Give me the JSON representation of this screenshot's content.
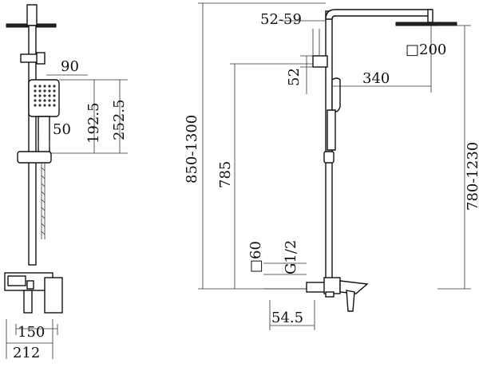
{
  "dimensions": {
    "arm_length": "90",
    "handset_height": "192.5",
    "handset_total": "252.5",
    "handset_width": "50",
    "base_width": "150",
    "overall_width": "212",
    "bracket_range": "52-59",
    "bracket_height": "52",
    "head_size": "□200",
    "arm_reach": "340",
    "total_height": "850-1300",
    "slide_height": "785",
    "head_height": "780-1230",
    "inlet_size": "□60",
    "thread": "G1/2",
    "spout_reach": "54.5"
  }
}
